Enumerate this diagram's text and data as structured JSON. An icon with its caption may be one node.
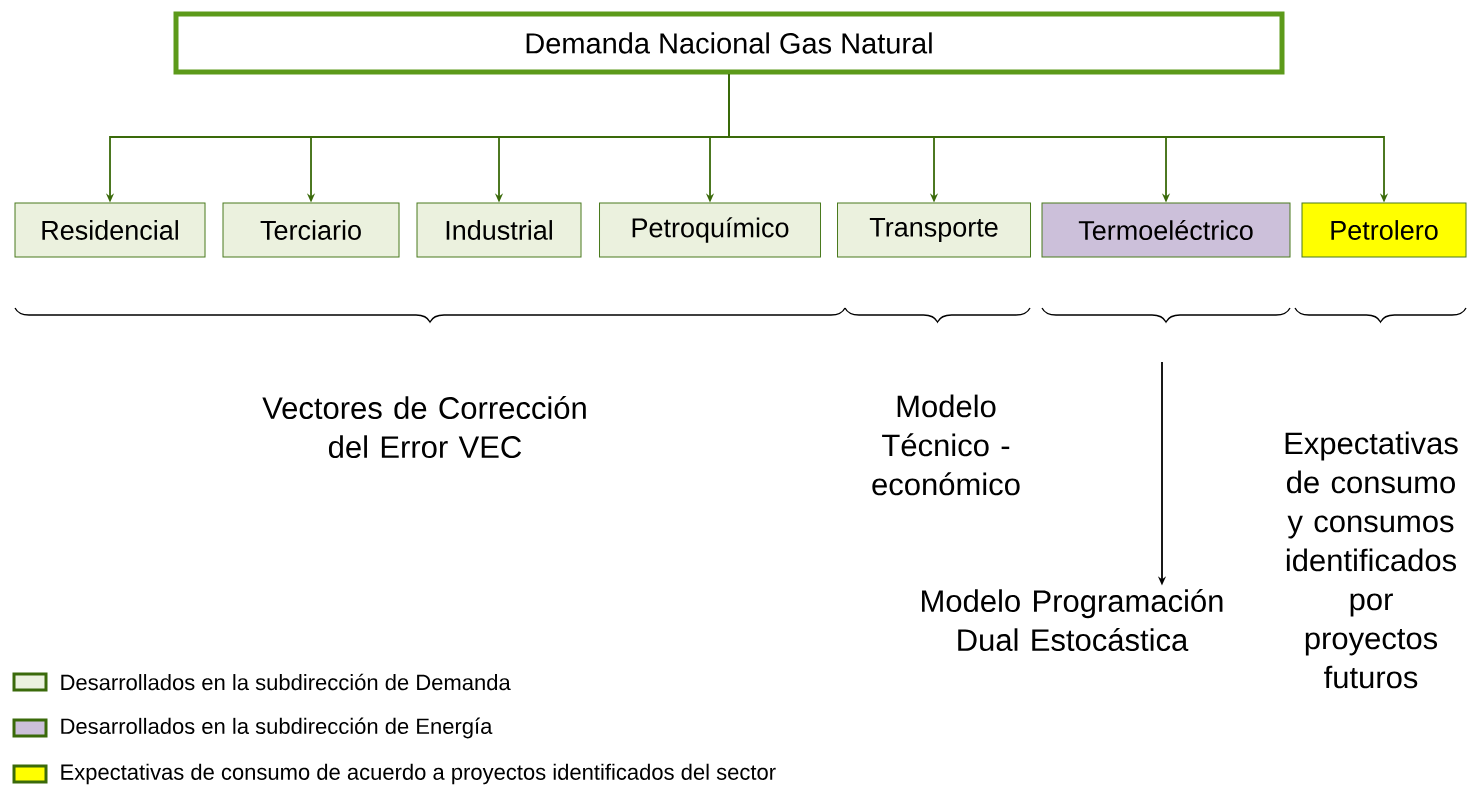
{
  "diagram": {
    "nodes": [
      {
        "text": [
          "Demanda Nacional Gas Natural"
        ]
      },
      {
        "text": [
          "Residencial"
        ]
      },
      {
        "text": [
          "Terciario"
        ]
      },
      {
        "text": [
          "Industrial"
        ]
      },
      {
        "text": [
          "Petroquímico"
        ]
      },
      {
        "text": [
          "Transporte"
        ]
      },
      {
        "text": [
          "Termoeléctrico"
        ]
      },
      {
        "text": [
          "Petrolero"
        ]
      },
      {
        "text": [
          "Vectores de Corrección del Error VEC"
        ]
      },
      {
        "text": [
          "Modelo Técnico - económico"
        ]
      },
      {
        "text": [
          "Modelo Programación Dual Estocástica"
        ]
      },
      {
        "text": [
          "Expectativas de consumo y consumos identificados por proyectos futuros"
        ]
      }
    ],
    "edges": [
      {
        "from": 0,
        "to": 1,
        "arrow": "to"
      },
      {
        "from": 0,
        "to": 2,
        "arrow": "to"
      },
      {
        "from": 0,
        "to": 3,
        "arrow": "to"
      },
      {
        "from": 0,
        "to": 4,
        "arrow": "to"
      },
      {
        "from": 0,
        "to": 5,
        "arrow": "to"
      },
      {
        "from": 0,
        "to": 6,
        "arrow": "to"
      },
      {
        "from": 0,
        "to": 7,
        "arrow": "to"
      },
      {
        "from": null,
        "to": 10,
        "arrow": "to",
        "color": "#000000"
      }
    ],
    "legend": [
      {
        "text": "Desarrollados en la subdirección de Demanda",
        "color": "#ebf1de"
      },
      {
        "text": "Desarrollados en la subdirección de Energía",
        "color": "#ccc0da"
      },
      {
        "text": "Expectativas de consumo de acuerdo a proyectos identificados del sector",
        "color": "#ffff00"
      }
    ]
  }
}
